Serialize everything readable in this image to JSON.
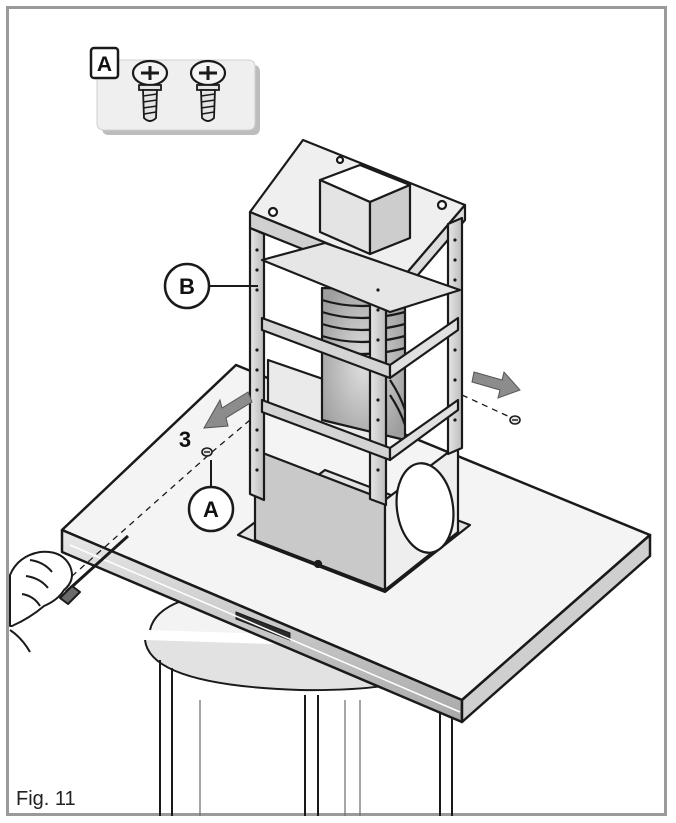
{
  "figure": {
    "caption": "Fig. 11"
  },
  "callouts": {
    "screw_legend": "A",
    "chimney_frame": "B",
    "step_number": "3",
    "screw_pointer": "A"
  },
  "colors": {
    "outline": "#1a1a1a",
    "panel_light": "#f2f2f2",
    "panel_mid": "#d9d9d9",
    "panel_dark": "#bdbdbd",
    "arrow_gray": "#8c8c8c",
    "frame_border": "#9a9a9a"
  }
}
